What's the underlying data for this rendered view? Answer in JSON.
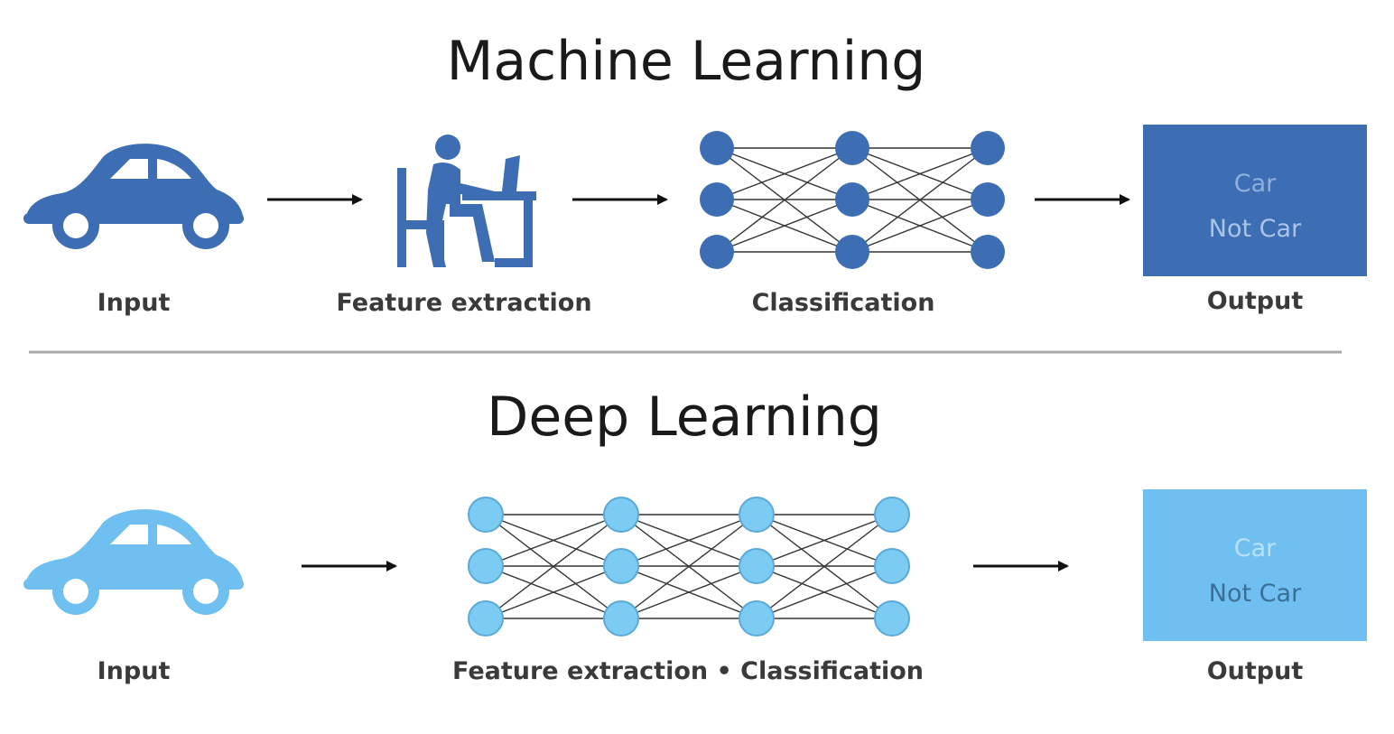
{
  "machine_learning": {
    "title": "Machine Learning",
    "stages": {
      "input": "Input",
      "feature_extraction": "Feature extraction",
      "classification": "Classification",
      "output": "Output"
    },
    "output_box": {
      "line1": "Car",
      "line2": "Not Car"
    },
    "colors": {
      "accent": "#3d6eb4",
      "box_text_1": "#8fb0dc",
      "box_text_2": "#aac4e6"
    },
    "network_layers": [
      3,
      3,
      3
    ]
  },
  "deep_learning": {
    "title": "Deep Learning",
    "stages": {
      "input": "Input",
      "feature_extraction_classification": "Feature extraction • Classification",
      "output": "Output"
    },
    "output_box": {
      "line1": "Car",
      "line2": "Not Car"
    },
    "colors": {
      "accent": "#6fbff0",
      "node": "#7ccbf2",
      "box_text_1": "#b9e2f9",
      "box_text_2": "#3a6f96"
    },
    "network_layers": [
      3,
      3,
      3,
      3
    ]
  },
  "icons": {
    "ml_input": "car-icon",
    "ml_feature": "person-at-computer-icon",
    "dl_input": "car-icon"
  }
}
